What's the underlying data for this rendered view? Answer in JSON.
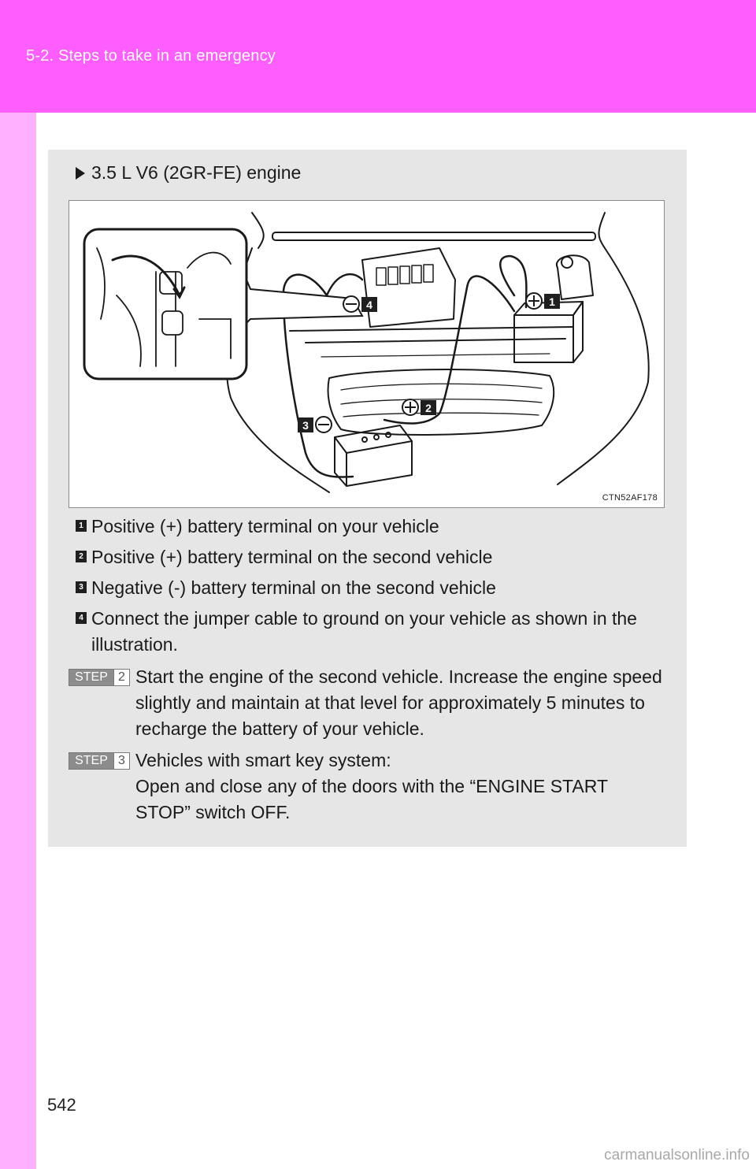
{
  "header": {
    "section": "5-2. Steps to take in an emergency"
  },
  "page": {
    "number": "542"
  },
  "watermark": "carmanualsonline.info",
  "engine": {
    "title": "3.5 L V6 (2GR-FE) engine"
  },
  "figure": {
    "code": "CTN52AF178",
    "callouts": {
      "one": "1",
      "two": "2",
      "three": "3",
      "four": "4"
    }
  },
  "items": [
    {
      "num": "1",
      "text": "Positive (+) battery terminal on your vehicle"
    },
    {
      "num": "2",
      "text": "Positive (+) battery terminal on the second vehicle"
    },
    {
      "num": "3",
      "text": "Negative (-) battery terminal on the second vehicle"
    },
    {
      "num": "4",
      "text": "Connect the jumper cable to ground on your vehicle as shown in the illustration."
    }
  ],
  "steps": [
    {
      "label": "STEP",
      "num": "2",
      "text": "Start the engine of the second vehicle. Increase the engine speed slightly and maintain at that level for approximately 5 minutes to recharge the battery of your vehicle."
    },
    {
      "label": "STEP",
      "num": "3",
      "text": "Vehicles with smart key system:\nOpen and close any of the doors with the “ENGINE START STOP” switch OFF."
    }
  ]
}
